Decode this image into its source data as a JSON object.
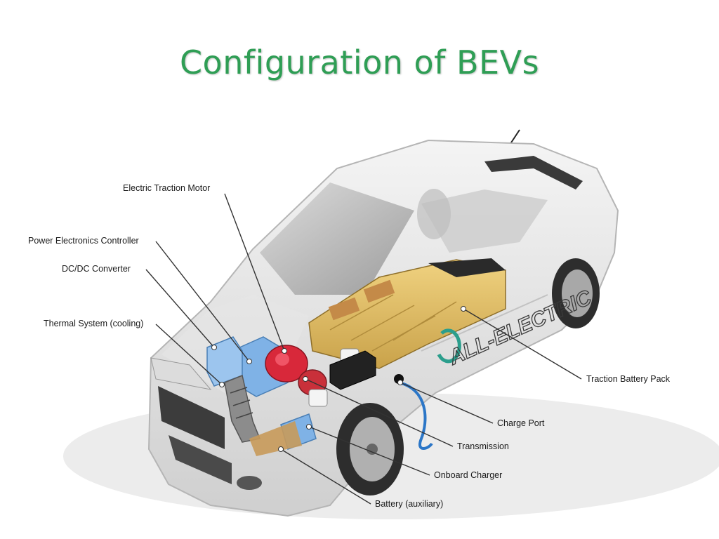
{
  "title": "Configuration of BEVs",
  "body_text": "ALL-ELECTRIC",
  "components": [
    {
      "id": "motor",
      "label": "Electric Traction Motor",
      "color": "#d8283a"
    },
    {
      "id": "pec",
      "label": "Power Electronics Controller",
      "color": "#7fb2e6"
    },
    {
      "id": "dcdc",
      "label": "DC/DC Converter",
      "color": "#7fb2e6"
    },
    {
      "id": "thermal",
      "label": "Thermal System (cooling)",
      "color": "#9a9a9a"
    },
    {
      "id": "battery_pack",
      "label": "Traction Battery Pack",
      "color": "#e0b860"
    },
    {
      "id": "charge_port",
      "label": "Charge Port",
      "color": "#2b76c7"
    },
    {
      "id": "transmission",
      "label": "Transmission",
      "color": "#c9303a"
    },
    {
      "id": "charger",
      "label": "Onboard Charger",
      "color": "#f2f2f2"
    },
    {
      "id": "aux_battery",
      "label": "Battery (auxiliary)",
      "color": "#7fb2e6"
    }
  ]
}
